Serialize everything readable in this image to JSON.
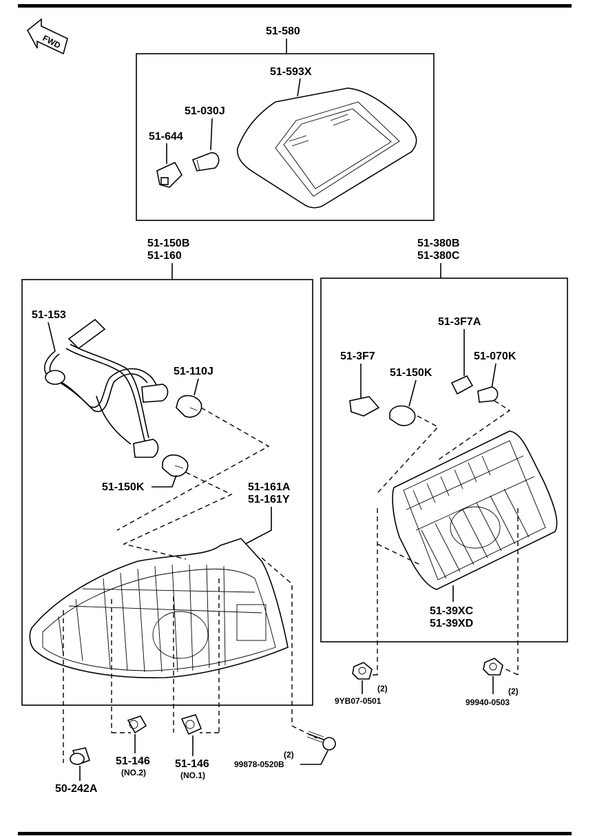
{
  "fwd_label": "FWD",
  "labels": {
    "p51_580": "51-580",
    "p51_593x": "51-593X",
    "p51_030j": "51-030J",
    "p51_644": "51-644",
    "p51_150b": "51-150B",
    "p51_160": "51-160",
    "p51_153": "51-153",
    "p51_110j": "51-110J",
    "p51_150k_left": "51-150K",
    "p51_161a": "51-161A",
    "p51_161y": "51-161Y",
    "p51_380b": "51-380B",
    "p51_380c": "51-380C",
    "p51_3f7a": "51-3F7A",
    "p51_3f7": "51-3F7",
    "p51_070k": "51-070K",
    "p51_150k_right": "51-150K",
    "p51_39xc": "51-39XC",
    "p51_39xd": "51-39XD",
    "p9yb07": "9YB07-0501",
    "p9yb07_qty": "(2)",
    "p99940": "99940-0503",
    "p99940_qty": "(2)",
    "p50_242a": "50-242A",
    "p51_146_no2": "51-146",
    "no2": "(NO.2)",
    "p51_146_no1": "51-146",
    "no1": "(NO.1)",
    "p99878": "99878-0520B",
    "p99878_qty": "(2)"
  }
}
